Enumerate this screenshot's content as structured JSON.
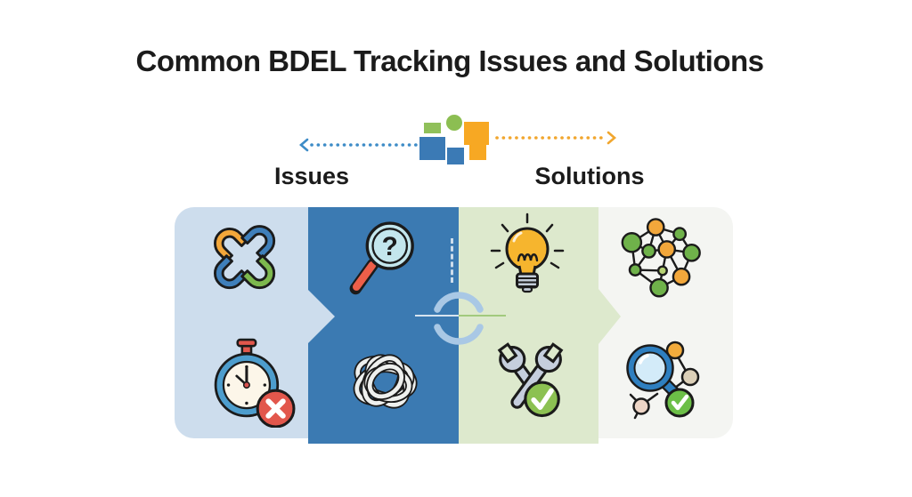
{
  "title": "Common BDEL Tracking Issues and Solutions",
  "flow": {
    "issues_label": "Issues",
    "solutions_label": "Solutions",
    "center_graphic_icon": "squares-cluster-icon",
    "issues_arrow_icon": "dotted-arrow-left-icon",
    "solutions_arrow_icon": "dotted-arrow-right-icon"
  },
  "glyphs": {
    "magnifier_question": "?"
  },
  "panel": {
    "center_icon": "sync-arrows-icon",
    "columns": [
      {
        "name": "issues-light-blue",
        "bg": "#cddded",
        "icons": [
          "broken-chain-icon",
          "stopwatch-missed-icon"
        ]
      },
      {
        "name": "issues-dark-blue",
        "bg": "#3b7ab2",
        "icons": [
          "magnifier-question-icon",
          "tangled-knot-icon"
        ]
      },
      {
        "name": "solutions-green",
        "bg": "#dde9cd",
        "icons": [
          "lightbulb-icon",
          "wrench-check-icon"
        ]
      },
      {
        "name": "solutions-white",
        "bg": "#f4f5f2",
        "icons": [
          "network-nodes-icon",
          "magnifier-network-check-icon"
        ]
      }
    ]
  },
  "colors": {
    "title_text": "#1b1b1b",
    "issues_arrow": "#3e8cc7",
    "solutions_arrow": "#f1a62e",
    "col_issues_light": "#cddded",
    "col_issues_dark": "#3b7ab2",
    "col_solutions_green": "#dde9cd",
    "col_solutions_white": "#f4f5f2",
    "accent_blue": "#3b7ab5",
    "accent_green": "#8fbf55",
    "accent_orange": "#f7a823",
    "status_red": "#e2574c",
    "status_green": "#8cc152"
  }
}
